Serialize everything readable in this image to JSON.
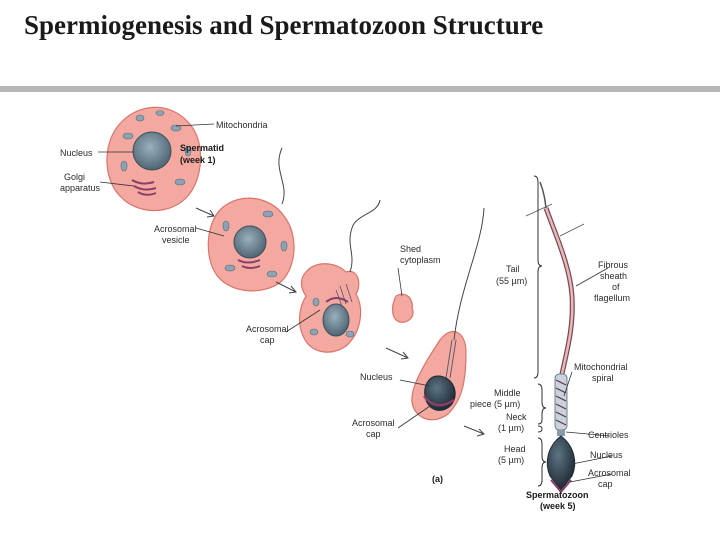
{
  "slide": {
    "title": "Spermiogenesis and Spermatozoon Structure"
  },
  "figure": {
    "panel_label": "(a)",
    "labels": {
      "mitochondria": "Mitochondria",
      "nucleus_1": "Nucleus",
      "spermatid_1": "Spermatid",
      "spermatid_2": "(week 1)",
      "golgi_1": "Golgi",
      "golgi_2": "apparatus",
      "acro_vesicle_1": "Acrosomal",
      "acro_vesicle_2": "vesicle",
      "shed_1": "Shed",
      "shed_2": "cytoplasm",
      "acro_cap_1a": "Acrosomal",
      "acro_cap_1b": "cap",
      "nucleus_2": "Nucleus",
      "acro_cap_2a": "Acrosomal",
      "acro_cap_2b": "cap",
      "tail_1": "Tail",
      "tail_2": "(55 µm)",
      "middle_1": "Middle",
      "middle_2": "piece (5 µm)",
      "neck_1": "Neck",
      "neck_2": "(1 µm)",
      "head_1": "Head",
      "head_2": "(5 µm)",
      "fibrous_1": "Fibrous",
      "fibrous_2": "sheath",
      "fibrous_3": "of",
      "fibrous_4": "flagellum",
      "mito_spiral_1": "Mitochondrial",
      "mito_spiral_2": "spiral",
      "centrioles": "Centrioles",
      "nucleus_3": "Nucleus",
      "acro_cap_3a": "Acrosomal",
      "acro_cap_3b": "cap",
      "spermatozoon_1": "Spermatozoon",
      "spermatozoon_2": "(week 5)"
    },
    "colors": {
      "cytoplasm": "#f3a8a0",
      "cytoplasm_edge": "#d9746c",
      "nucleus": "#6d8592",
      "nucleus_dark": "#2f3e4a",
      "mito": "#8da3b4",
      "golgi": "#8a3f6a"
    }
  }
}
